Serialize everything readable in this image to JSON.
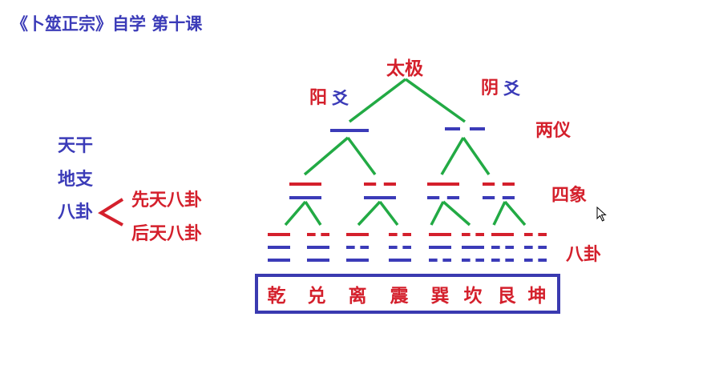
{
  "title": "《卜筮正宗》自学 第十课",
  "tree": {
    "root": "太极",
    "yang_label": "阳",
    "yin_label": "阴",
    "yao_char": "爻",
    "level2_label": "两仪",
    "level3_label": "四象",
    "level4_label": "八卦"
  },
  "left_list": {
    "items": [
      "天干",
      "地支",
      "八卦"
    ],
    "branches": [
      "先天八卦",
      "后天八卦"
    ]
  },
  "trigrams": [
    "乾",
    "兑",
    "离",
    "震",
    "巽",
    "坎",
    "艮",
    "坤"
  ],
  "colors": {
    "red": "#d4202c",
    "blue": "#3b3bb8",
    "green": "#22aa44"
  }
}
